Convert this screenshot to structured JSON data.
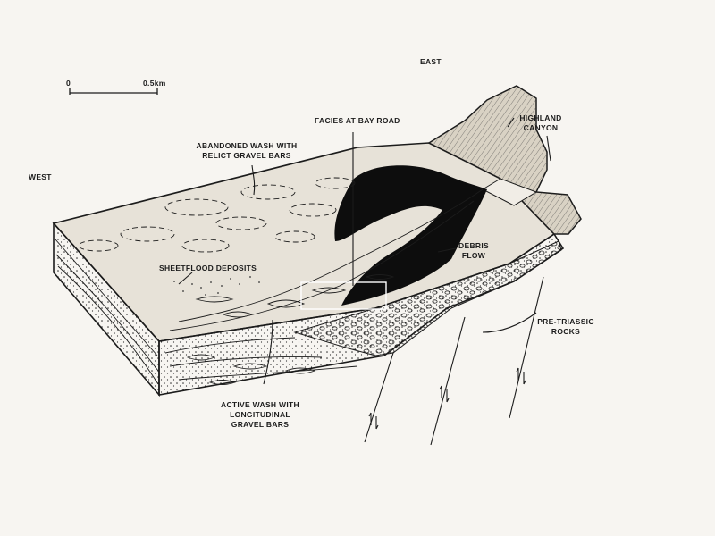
{
  "labels": {
    "east": "EAST",
    "west": "WEST",
    "scale_zero": "0",
    "scale_end": "0.5km",
    "facies": "FACIES AT BAY ROAD",
    "highland_1": "HIGHLAND",
    "highland_2": "CANYON",
    "abandoned_1": "ABANDONED WASH WITH",
    "abandoned_2": "RELICT GRAVEL BARS",
    "debris_1": "DEBRIS",
    "debris_2": "FLOW",
    "sheetflood": "SHEETFLOOD DEPOSITS",
    "pretriassic_1": "PRE-TRIASSIC",
    "pretriassic_2": "ROCKS",
    "active_1": "ACTIVE WASH WITH",
    "active_2": "LONGITUDINAL",
    "active_3": "GRAVEL BARS"
  },
  "colors": {
    "background": "#f7f5f1",
    "surface": "#e7e2d8",
    "cliff": "#d9d2c4",
    "ink": "#1c1c1c",
    "debris_flow": "#0d0d0d"
  }
}
